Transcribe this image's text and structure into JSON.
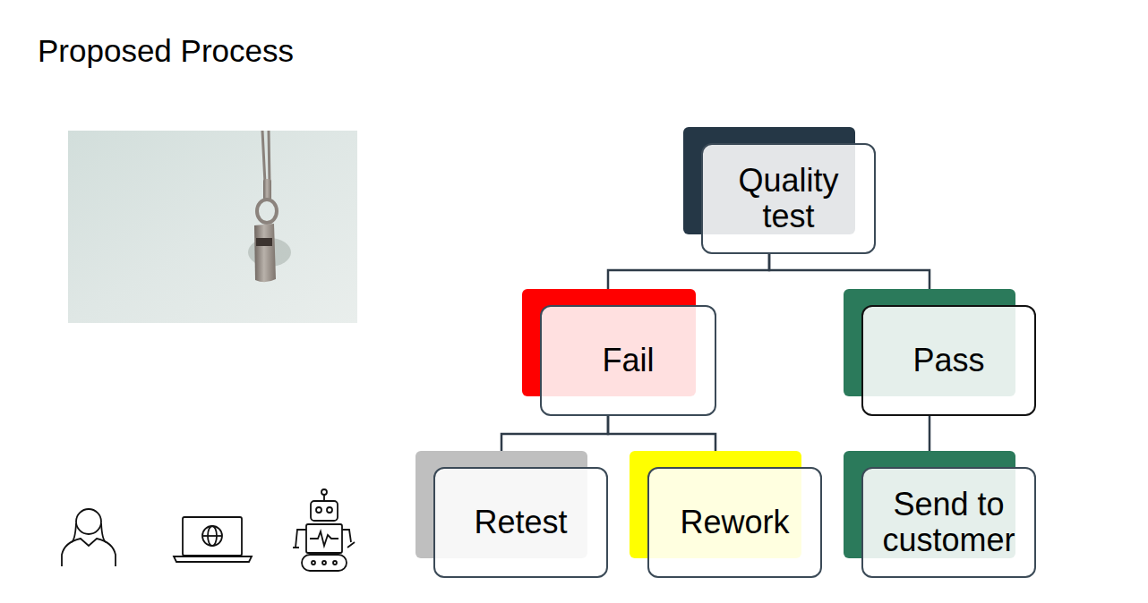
{
  "diagram": {
    "title": "Proposed Process",
    "nodes": [
      {
        "text": [
          "Quality test"
        ]
      },
      {
        "text": [
          "Fail"
        ]
      },
      {
        "text": [
          "Pass"
        ]
      },
      {
        "text": [
          "Retest"
        ]
      },
      {
        "text": [
          "Rework"
        ]
      },
      {
        "text": [
          "Send to customer"
        ]
      }
    ],
    "edges": [
      {
        "from": 0,
        "to": 1,
        "arrow": "none"
      },
      {
        "from": 0,
        "to": 2,
        "arrow": "none"
      },
      {
        "from": 1,
        "to": 3,
        "arrow": "none"
      },
      {
        "from": 1,
        "to": 4,
        "arrow": "none"
      },
      {
        "from": 2,
        "to": 5,
        "arrow": "none"
      }
    ]
  }
}
